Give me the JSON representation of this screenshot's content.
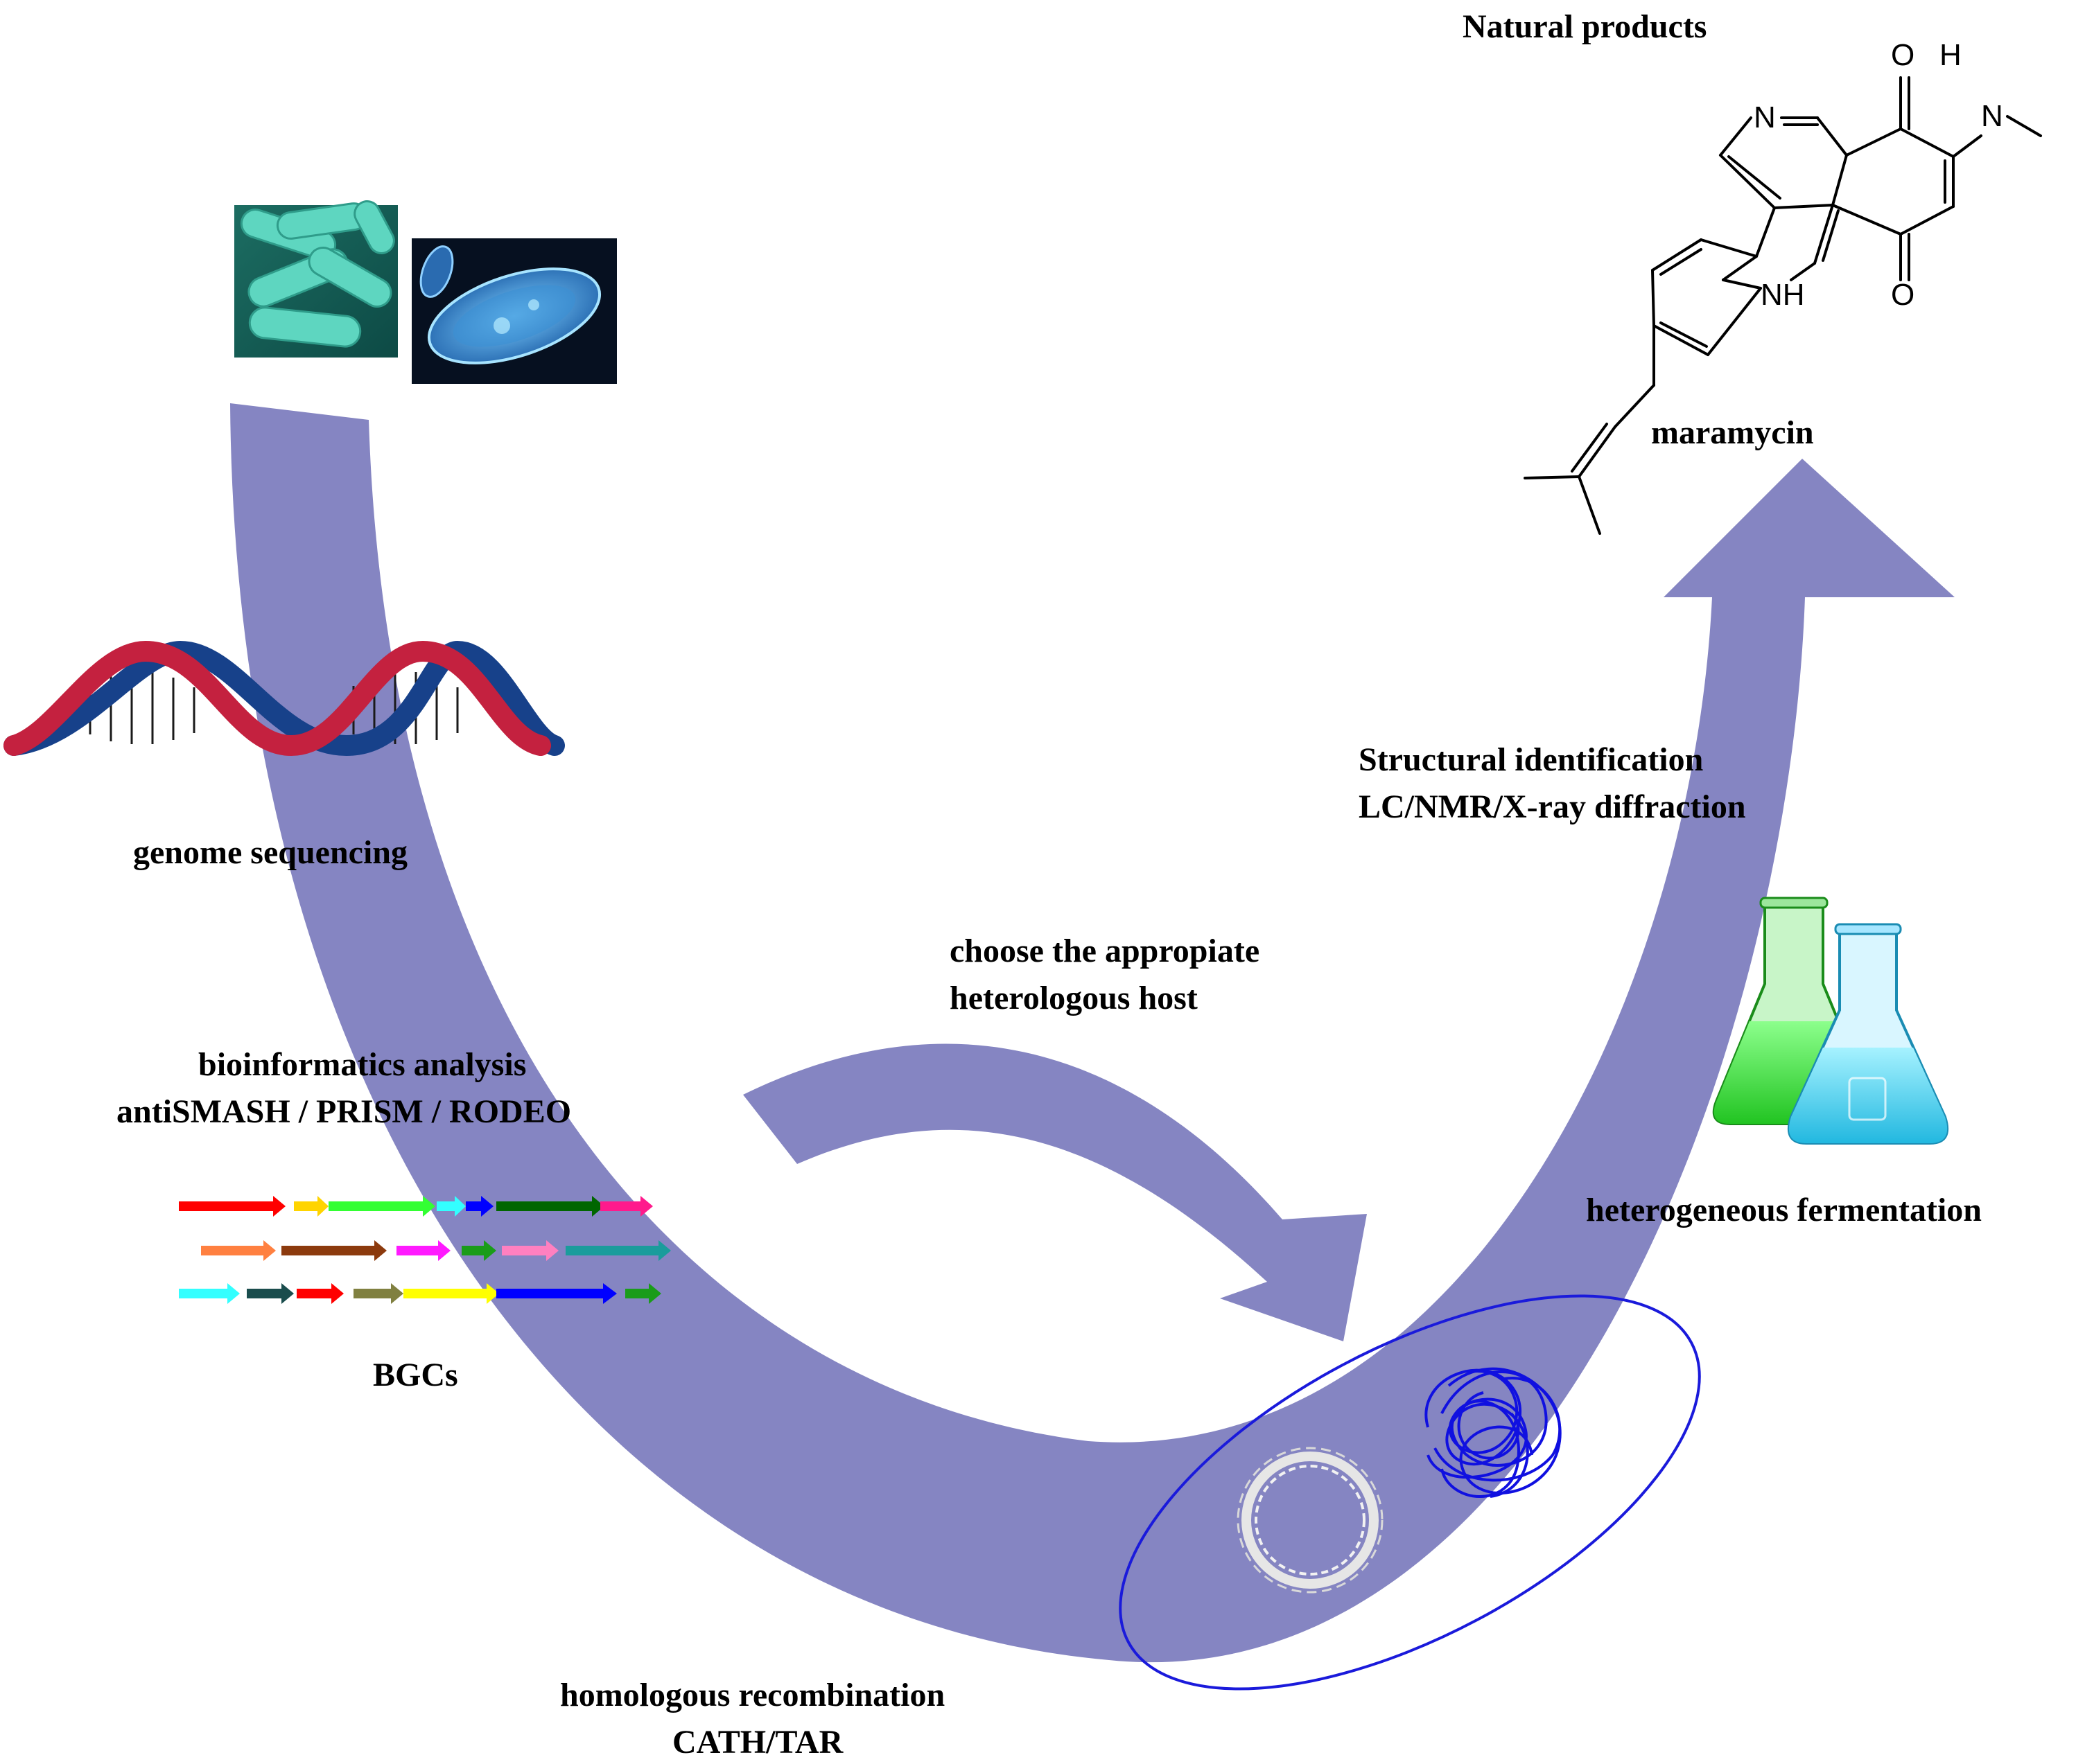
{
  "labels": {
    "natural_products": "Natural products",
    "compound_name": "maramycin",
    "genome_sequencing": "genome sequencing",
    "bioinformatics_line1": "bioinformatics analysis",
    "bioinformatics_line2": "antiSMASH / PRISM / RODEO",
    "bgcs": "BGCs",
    "choose_host_line1": "choose the appropiate",
    "choose_host_line2": "heterologous host",
    "structural_line1": "Structural identification",
    "structural_line2": "LC/NMR/X-ray diffraction",
    "fermentation": "heterogeneous fermentation",
    "recombination_line1": "homologous recombination",
    "recombination_line2": "CATH/TAR"
  },
  "molecule_atoms": {
    "carbonyl_top": "O",
    "carbonyl_bottom": "O",
    "ring_nitrogen": "N",
    "amine_h": "H",
    "amine_n": "N",
    "indole_nh": "NH"
  },
  "colors": {
    "flow_arrow": "#8585c2",
    "dna_red": "#c4213f",
    "dna_blue": "#17418a",
    "ellipse": "#1a1adb",
    "plasmid": "#e6e6e6",
    "flask_green": "#33e633",
    "flask_cyan": "#33ccee"
  },
  "icons": [
    "bacteria-rods-image",
    "bacterium-cell-image",
    "dna-helix-icon",
    "gene-cluster-arrows",
    "plasmid-ring-icon",
    "chromosome-tangle-icon",
    "erlenmeyer-flask-icon",
    "maramycin-structure"
  ]
}
